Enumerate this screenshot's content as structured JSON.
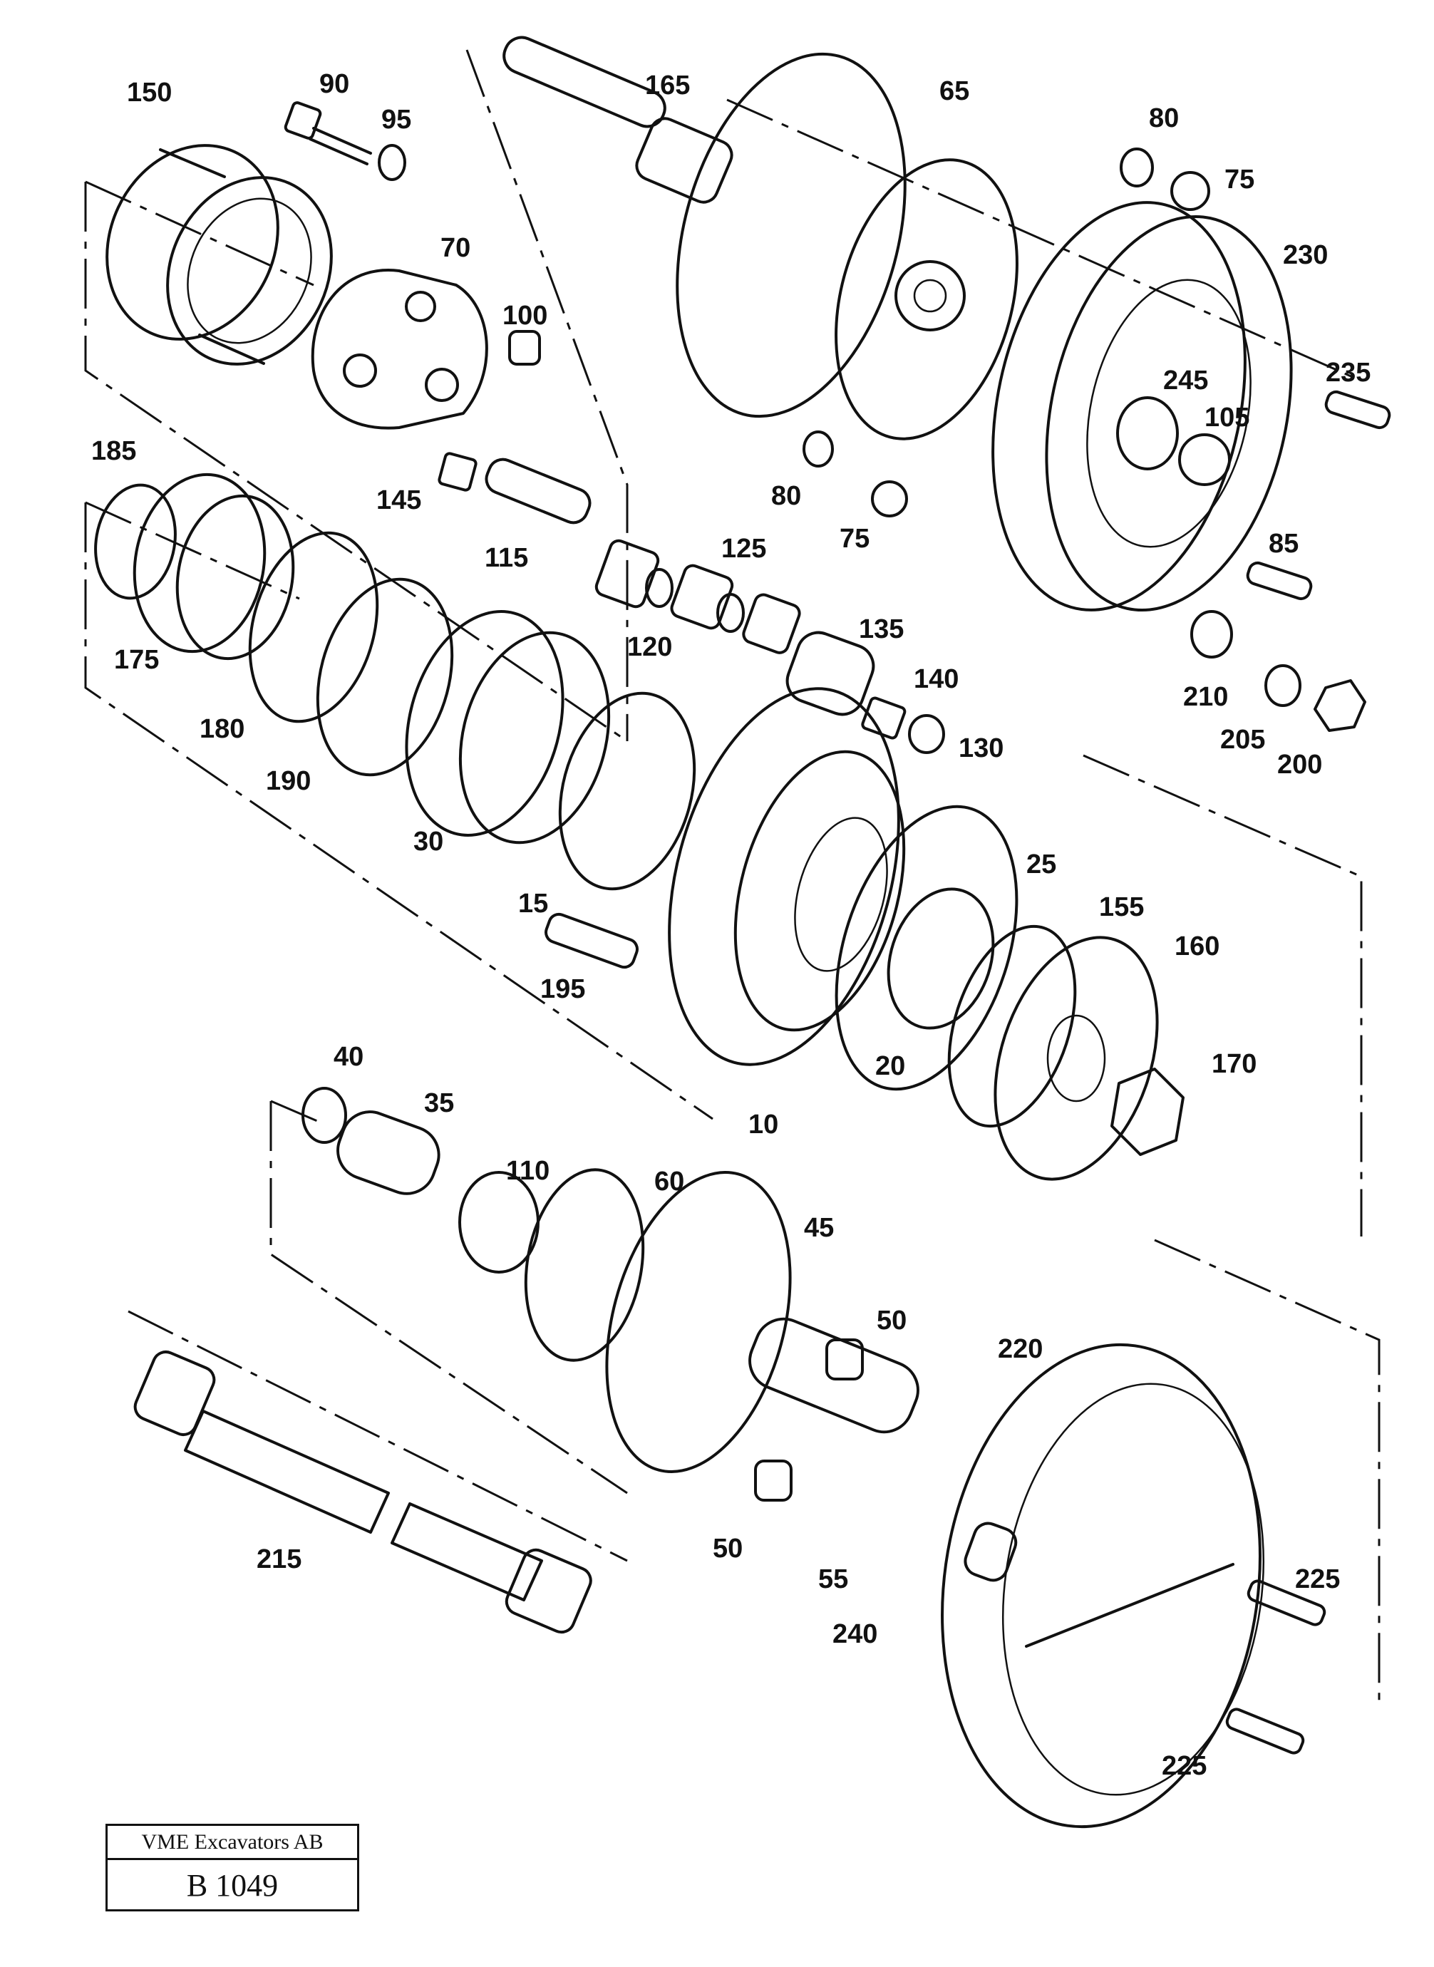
{
  "title_block": {
    "company": "VME Excavators AB",
    "drawing_number": "B 1049"
  },
  "callouts": [
    {
      "id": "c150",
      "label": "150"
    },
    {
      "id": "c90",
      "label": "90"
    },
    {
      "id": "c95",
      "label": "95"
    },
    {
      "id": "c70",
      "label": "70"
    },
    {
      "id": "c100",
      "label": "100"
    },
    {
      "id": "c145",
      "label": "145"
    },
    {
      "id": "c115",
      "label": "115"
    },
    {
      "id": "c165",
      "label": "165"
    },
    {
      "id": "c65",
      "label": "65"
    },
    {
      "id": "c80a",
      "label": "80"
    },
    {
      "id": "c75a",
      "label": "75"
    },
    {
      "id": "c230",
      "label": "230"
    },
    {
      "id": "c235",
      "label": "235"
    },
    {
      "id": "c245",
      "label": "245"
    },
    {
      "id": "c105",
      "label": "105"
    },
    {
      "id": "c80b",
      "label": "80"
    },
    {
      "id": "c75b",
      "label": "75"
    },
    {
      "id": "c85",
      "label": "85"
    },
    {
      "id": "c125",
      "label": "125"
    },
    {
      "id": "c120",
      "label": "120"
    },
    {
      "id": "c135",
      "label": "135"
    },
    {
      "id": "c140",
      "label": "140"
    },
    {
      "id": "c130",
      "label": "130"
    },
    {
      "id": "c210",
      "label": "210"
    },
    {
      "id": "c205",
      "label": "205"
    },
    {
      "id": "c200",
      "label": "200"
    },
    {
      "id": "c185",
      "label": "185"
    },
    {
      "id": "c175",
      "label": "175"
    },
    {
      "id": "c180",
      "label": "180"
    },
    {
      "id": "c190",
      "label": "190"
    },
    {
      "id": "c30",
      "label": "30"
    },
    {
      "id": "c15",
      "label": "15"
    },
    {
      "id": "c25",
      "label": "25"
    },
    {
      "id": "c155",
      "label": "155"
    },
    {
      "id": "c160",
      "label": "160"
    },
    {
      "id": "c195",
      "label": "195"
    },
    {
      "id": "c20",
      "label": "20"
    },
    {
      "id": "c170",
      "label": "170"
    },
    {
      "id": "c10",
      "label": "10"
    },
    {
      "id": "c40",
      "label": "40"
    },
    {
      "id": "c35",
      "label": "35"
    },
    {
      "id": "c110",
      "label": "110"
    },
    {
      "id": "c60",
      "label": "60"
    },
    {
      "id": "c45",
      "label": "45"
    },
    {
      "id": "c50a",
      "label": "50"
    },
    {
      "id": "c220",
      "label": "220"
    },
    {
      "id": "c50b",
      "label": "50"
    },
    {
      "id": "c215",
      "label": "215"
    },
    {
      "id": "c55",
      "label": "55"
    },
    {
      "id": "c240",
      "label": "240"
    },
    {
      "id": "c225a",
      "label": "225"
    },
    {
      "id": "c225b",
      "label": "225"
    }
  ]
}
